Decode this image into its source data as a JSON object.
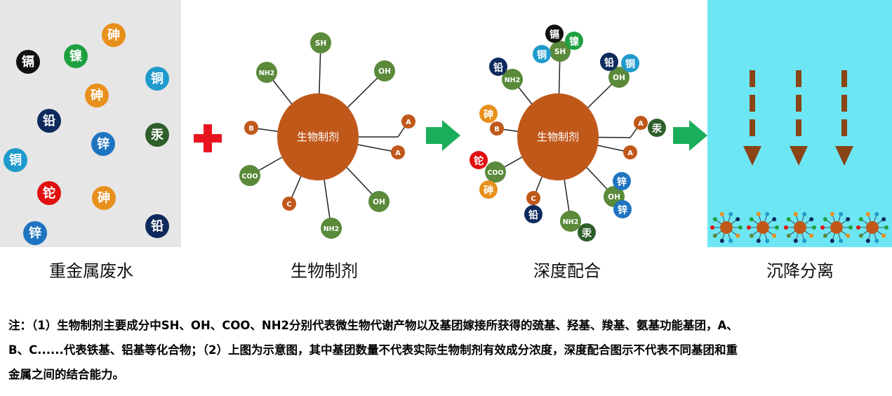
{
  "panels": {
    "waste_water": {
      "label": "重金属废水",
      "metals": [
        {
          "name": "砷",
          "color": "#E8901C"
        },
        {
          "name": "镉",
          "color": "#111111"
        },
        {
          "name": "镍",
          "color": "#1EA040"
        },
        {
          "name": "铜",
          "color": "#1F9ACD"
        },
        {
          "name": "砷",
          "color": "#E8901C"
        },
        {
          "name": "铅",
          "color": "#0E2A5C"
        },
        {
          "name": "汞",
          "color": "#2E5E2A"
        },
        {
          "name": "锌",
          "color": "#1E74C0"
        },
        {
          "name": "铜",
          "color": "#1F9ACD"
        },
        {
          "name": "铊",
          "color": "#E01010"
        },
        {
          "name": "砷",
          "color": "#E8901C"
        },
        {
          "name": "锌",
          "color": "#1E74C0"
        },
        {
          "name": "铅",
          "color": "#0E2A5C"
        }
      ]
    },
    "bio_agent": {
      "label": "生物制剂",
      "core_label": "生物制剂",
      "groups": [
        "SH",
        "OH",
        "A",
        "A",
        "OH",
        "NH2",
        "C",
        "COO",
        "B",
        "NH2"
      ]
    },
    "deep_chelation": {
      "label": "深度配合",
      "core_label": "生物制剂",
      "groups": [
        "SH",
        "OH",
        "A",
        "A",
        "OH",
        "NH2",
        "C",
        "COO",
        "B",
        "NH2"
      ],
      "bound_metals": [
        "镉",
        "镍",
        "铜",
        "铅",
        "铅",
        "铜",
        "汞",
        "砷",
        "铊",
        "砷",
        "锌",
        "锌",
        "铅",
        "汞"
      ]
    },
    "settling": {
      "label": "沉降分离"
    }
  },
  "colors": {
    "core": "#C0581A",
    "group_green": "#5A8A3A",
    "group_orange": "#C0581A",
    "arrow_green": "#1AAE5A",
    "plus_red": "#E8141E",
    "settle_bg": "#6DE6F4",
    "settle_arrow": "#8A4416",
    "waste_bg": "#E6E6E6"
  },
  "note": {
    "line1": "注：（1）生物制剂主要成分中SH、OH、COO、NH2分别代表微生物代谢产物以及基团嫁接所获得的巯基、羟基、羧基、氨基功能基团，A、",
    "line2": "B、C......代表铁基、铝基等化合物；（2）上图为示意图，其中基团数量不代表实际生物制剂有效成分浓度，深度配合图示不代表不同基团和重",
    "line3": "金属之间的结合能力。"
  }
}
